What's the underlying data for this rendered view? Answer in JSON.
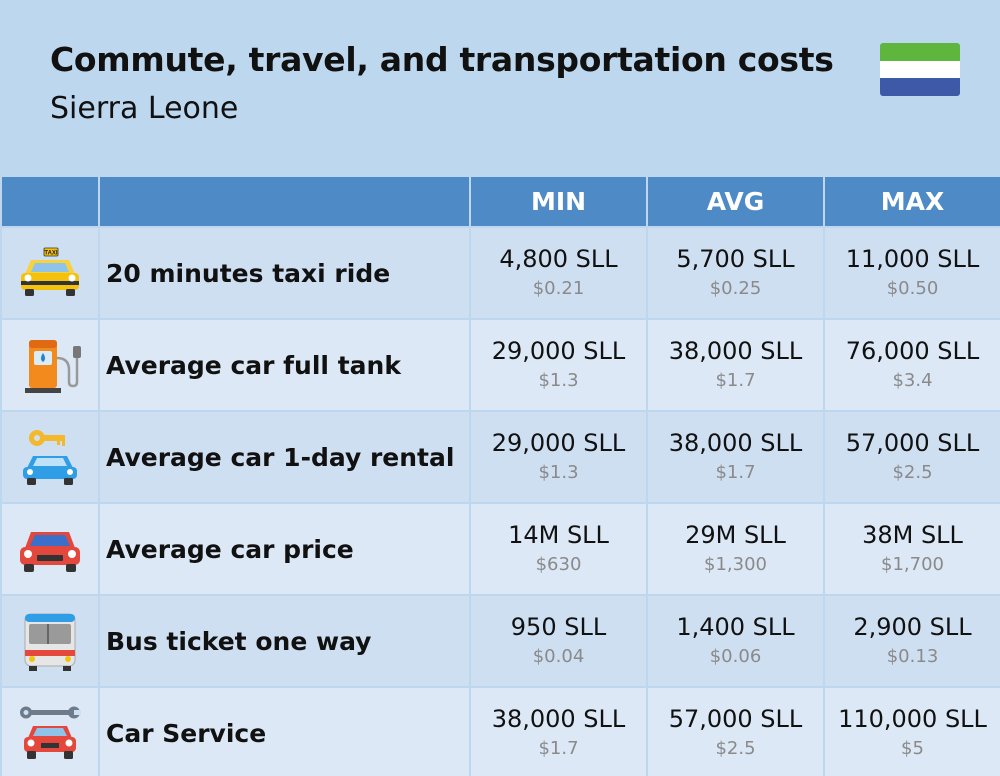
{
  "header": {
    "title": "Commute, travel, and transportation costs",
    "subtitle": "Sierra Leone"
  },
  "flag": {
    "colors": [
      "#5eb63e",
      "#ffffff",
      "#3d59a8"
    ]
  },
  "colors": {
    "header_row": "#4d8ac6",
    "row_odd": "#cfdff2",
    "row_even": "#dce8f6",
    "background": "#bdd7ee"
  },
  "table": {
    "columns": [
      "",
      "",
      "MIN",
      "AVG",
      "MAX"
    ],
    "rows": [
      {
        "icon": "taxi-icon",
        "label": "20 minutes taxi ride",
        "icon_text": "TAXI",
        "min": "4,800 SLL",
        "min_usd": "$0.21",
        "avg": "5,700 SLL",
        "avg_usd": "$0.25",
        "max": "11,000 SLL",
        "max_usd": "$0.50"
      },
      {
        "icon": "fuel-pump-icon",
        "label": "Average car full tank",
        "min": "29,000 SLL",
        "min_usd": "$1.3",
        "avg": "38,000 SLL",
        "avg_usd": "$1.7",
        "max": "76,000 SLL",
        "max_usd": "$3.4"
      },
      {
        "icon": "car-key-icon",
        "label": "Average car 1-day rental",
        "min": "29,000 SLL",
        "min_usd": "$1.3",
        "avg": "38,000 SLL",
        "avg_usd": "$1.7",
        "max": "57,000 SLL",
        "max_usd": "$2.5"
      },
      {
        "icon": "car-icon",
        "label": "Average car price",
        "min": "14M SLL",
        "min_usd": "$630",
        "avg": "29M SLL",
        "avg_usd": "$1,300",
        "max": "38M SLL",
        "max_usd": "$1,700"
      },
      {
        "icon": "bus-icon",
        "label": "Bus ticket one way",
        "min": "950 SLL",
        "min_usd": "$0.04",
        "avg": "1,400 SLL",
        "avg_usd": "$0.06",
        "max": "2,900 SLL",
        "max_usd": "$0.13"
      },
      {
        "icon": "wrench-car-icon",
        "label": "Car Service",
        "min": "38,000 SLL",
        "min_usd": "$1.7",
        "avg": "57,000 SLL",
        "avg_usd": "$2.5",
        "max": "110,000 SLL",
        "max_usd": "$5"
      }
    ]
  },
  "chart_data": {
    "type": "table",
    "title": "Commute, travel, and transportation costs",
    "subtitle": "Sierra Leone",
    "columns": [
      "MIN",
      "AVG",
      "MAX"
    ],
    "categories": [
      "20 minutes taxi ride",
      "Average car full tank",
      "Average car 1-day rental",
      "Average car price",
      "Bus ticket one way",
      "Car Service"
    ],
    "series": [
      {
        "name": "MIN",
        "values_sll": [
          4800,
          29000,
          29000,
          14000000,
          950,
          38000
        ],
        "values_usd": [
          0.21,
          1.3,
          1.3,
          630,
          0.04,
          1.7
        ]
      },
      {
        "name": "AVG",
        "values_sll": [
          5700,
          38000,
          38000,
          29000000,
          1400,
          57000
        ],
        "values_usd": [
          0.25,
          1.7,
          1.7,
          1300,
          0.06,
          2.5
        ]
      },
      {
        "name": "MAX",
        "values_sll": [
          11000,
          76000,
          57000,
          38000000,
          2900,
          110000
        ],
        "values_usd": [
          0.5,
          3.4,
          2.5,
          1700,
          0.13,
          5
        ]
      }
    ]
  }
}
